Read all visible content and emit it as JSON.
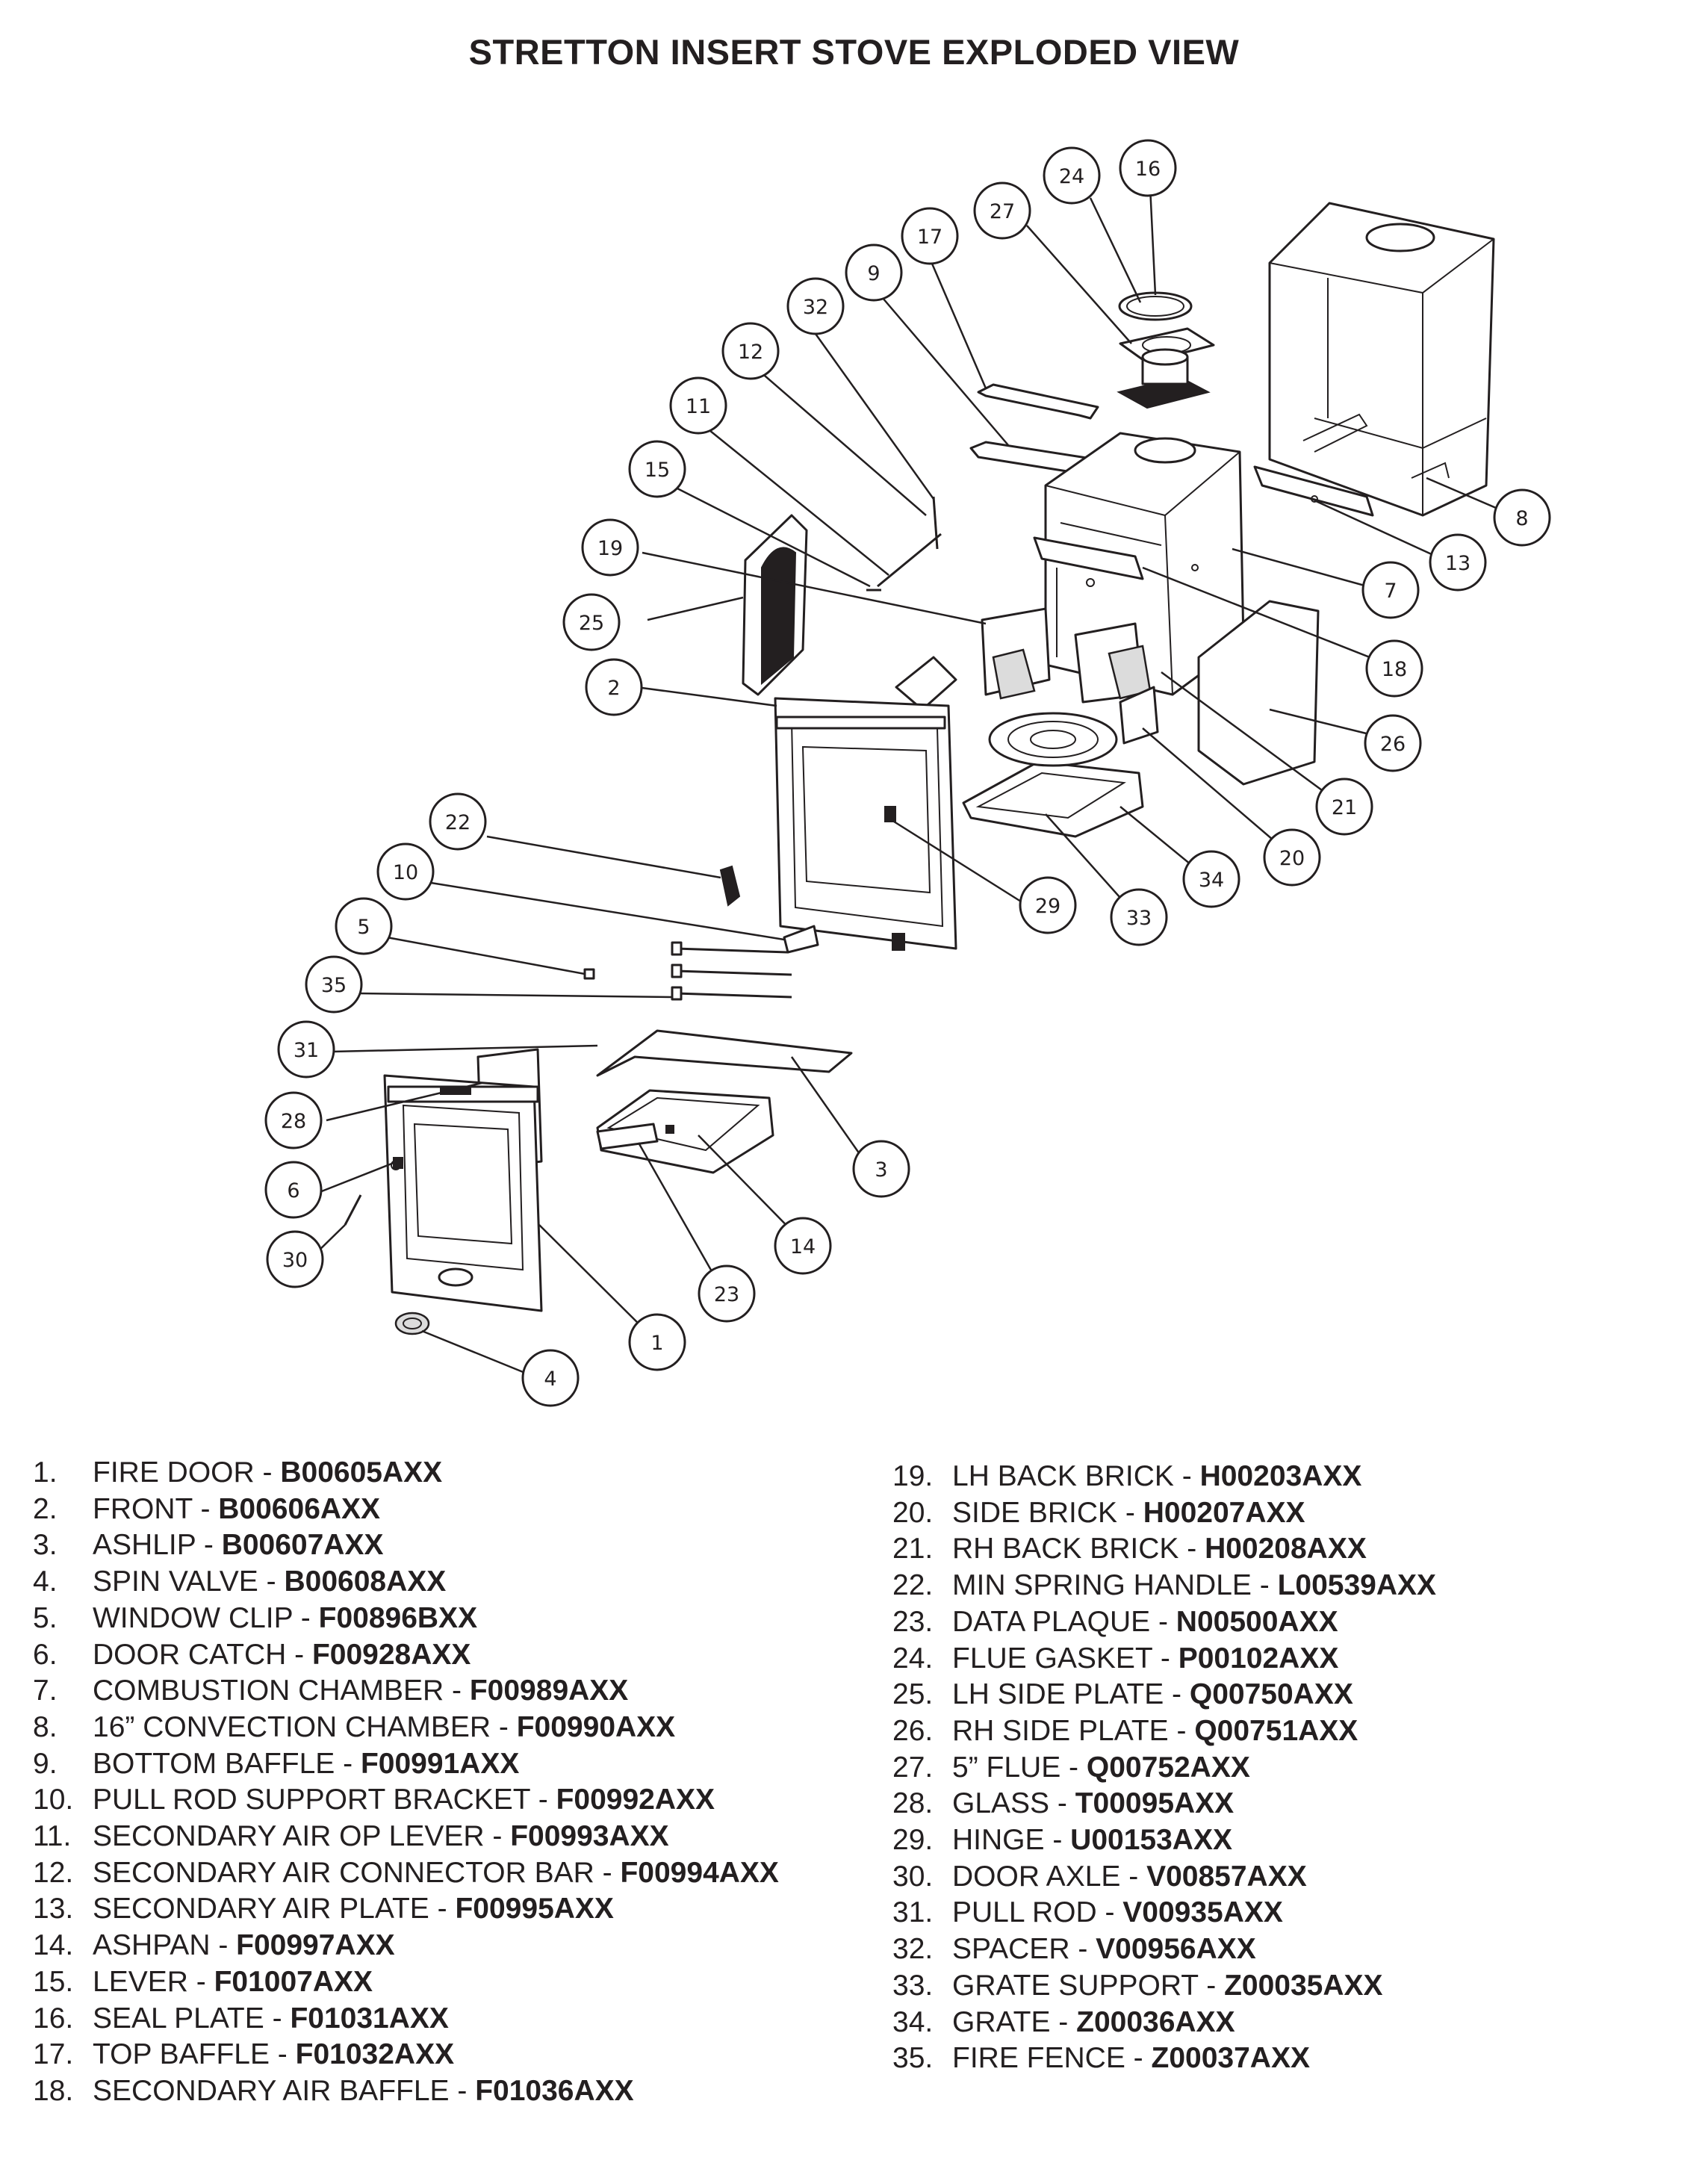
{
  "title": "STRETTON INSERT STOVE EXPLODED VIEW",
  "callouts": [
    "1",
    "2",
    "3",
    "4",
    "5",
    "6",
    "7",
    "8",
    "9",
    "10",
    "11",
    "12",
    "13",
    "14",
    "15",
    "16",
    "17",
    "18",
    "19",
    "20",
    "21",
    "22",
    "23",
    "24",
    "25",
    "26",
    "27",
    "28",
    "29",
    "30",
    "31",
    "32",
    "33",
    "34",
    "35"
  ],
  "parts": [
    {
      "num": "1.",
      "name": "FIRE DOOR - ",
      "code": "B00605AXX"
    },
    {
      "num": "2.",
      "name": "FRONT - ",
      "code": "B00606AXX"
    },
    {
      "num": "3.",
      "name": "ASHLIP - ",
      "code": "B00607AXX"
    },
    {
      "num": "4.",
      "name": "SPIN VALVE - ",
      "code": "B00608AXX"
    },
    {
      "num": "5.",
      "name": "WINDOW CLIP - ",
      "code": "F00896BXX"
    },
    {
      "num": "6.",
      "name": "DOOR CATCH - ",
      "code": "F00928AXX"
    },
    {
      "num": "7.",
      "name": "COMBUSTION CHAMBER - ",
      "code": "F00989AXX"
    },
    {
      "num": "8.",
      "name": "16” CONVECTION CHAMBER - ",
      "code": "F00990AXX"
    },
    {
      "num": "9.",
      "name": "BOTTOM BAFFLE - ",
      "code": "F00991AXX"
    },
    {
      "num": "10.",
      "name": "PULL ROD SUPPORT BRACKET - ",
      "code": "F00992AXX"
    },
    {
      "num": "11.",
      "name": "SECONDARY AIR OP LEVER - ",
      "code": "F00993AXX"
    },
    {
      "num": "12.",
      "name": "SECONDARY AIR CONNECTOR BAR - ",
      "code": "F00994AXX"
    },
    {
      "num": "13.",
      "name": "SECONDARY AIR PLATE - ",
      "code": "F00995AXX"
    },
    {
      "num": "14.",
      "name": "ASHPAN - ",
      "code": "F00997AXX"
    },
    {
      "num": "15.",
      "name": "LEVER - ",
      "code": "F01007AXX"
    },
    {
      "num": "16.",
      "name": "SEAL PLATE - ",
      "code": "F01031AXX"
    },
    {
      "num": "17.",
      "name": "TOP BAFFLE - ",
      "code": "F01032AXX"
    },
    {
      "num": "18.",
      "name": "SECONDARY AIR BAFFLE - ",
      "code": "F01036AXX"
    },
    {
      "num": "19.",
      "name": "LH BACK BRICK - ",
      "code": "H00203AXX"
    },
    {
      "num": "20.",
      "name": "SIDE BRICK - ",
      "code": "H00207AXX"
    },
    {
      "num": "21.",
      "name": "RH BACK BRICK - ",
      "code": "H00208AXX"
    },
    {
      "num": "22.",
      "name": "MIN SPRING HANDLE - ",
      "code": "L00539AXX"
    },
    {
      "num": "23.",
      "name": "DATA PLAQUE - ",
      "code": "N00500AXX"
    },
    {
      "num": "24.",
      "name": "FLUE GASKET - ",
      "code": "P00102AXX"
    },
    {
      "num": "25.",
      "name": "LH SIDE PLATE - ",
      "code": "Q00750AXX"
    },
    {
      "num": "26.",
      "name": "RH SIDE PLATE - ",
      "code": "Q00751AXX"
    },
    {
      "num": "27.",
      "name": "5” FLUE - ",
      "code": "Q00752AXX"
    },
    {
      "num": "28.",
      "name": "GLASS - ",
      "code": "T00095AXX"
    },
    {
      "num": "29.",
      "name": "HINGE - ",
      "code": "U00153AXX"
    },
    {
      "num": "30.",
      "name": "DOOR AXLE - ",
      "code": "V00857AXX"
    },
    {
      "num": "31.",
      "name": "PULL ROD - ",
      "code": "V00935AXX"
    },
    {
      "num": "32.",
      "name": "SPACER - ",
      "code": "V00956AXX"
    },
    {
      "num": "33.",
      "name": "GRATE SUPPORT - ",
      "code": "Z00035AXX"
    },
    {
      "num": "34.",
      "name": "GRATE - ",
      "code": "Z00036AXX"
    },
    {
      "num": "35.",
      "name": "FIRE FENCE - ",
      "code": "Z00037AXX"
    }
  ]
}
